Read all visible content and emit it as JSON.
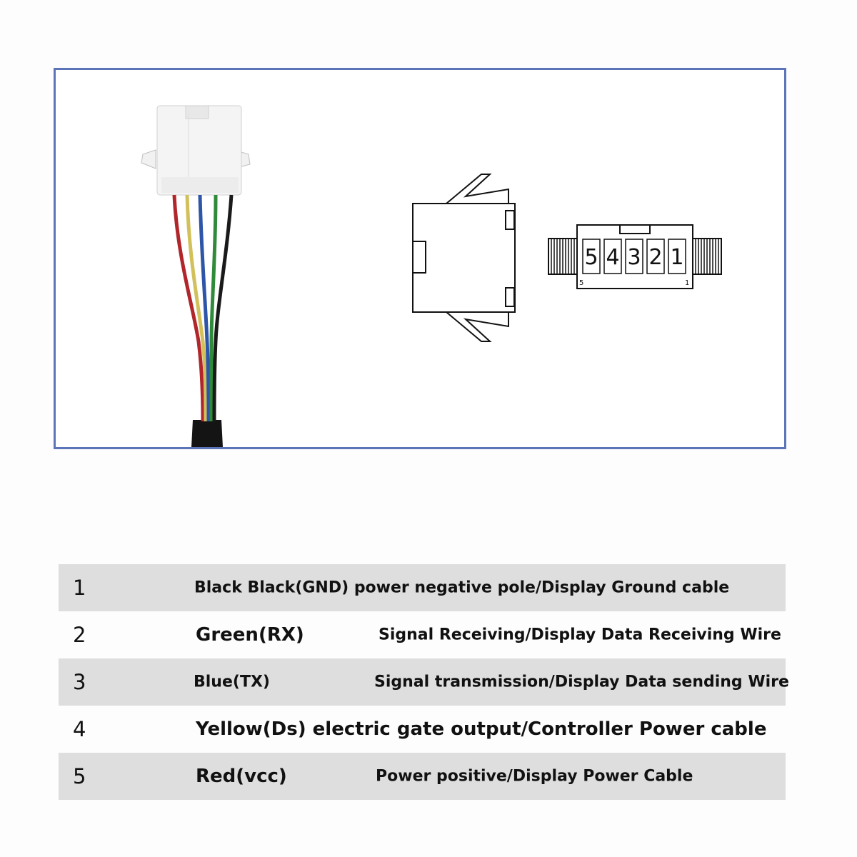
{
  "pin_table": {
    "rows": [
      {
        "pin": "1",
        "wire": "Black Black(GND) power negative pole/Display Ground cable",
        "function": ""
      },
      {
        "pin": "2",
        "wire": "Green(RX)",
        "function": "Signal Receiving/Display Data Receiving Wire"
      },
      {
        "pin": "3",
        "wire": "Blue(TX)",
        "function": "Signal transmission/Display Data sending Wire"
      },
      {
        "pin": "4",
        "wire": "Yellow(Ds) electric gate output/Controller Power cable",
        "function": ""
      },
      {
        "pin": "5",
        "wire": "Red(vcc)",
        "function": "Power positive/Display Power Cable"
      }
    ]
  },
  "connector_diagram": {
    "pin_labels": [
      "5",
      "4",
      "3",
      "2",
      "1"
    ],
    "corner_left": "5",
    "corner_right": "1"
  },
  "colors": {
    "frame_border": "#5b75b8",
    "row_shade": "#dedede",
    "wire_red": "#b0262a",
    "wire_yellow": "#d2c15a",
    "wire_blue": "#2d55a8",
    "wire_green": "#2f8a3a",
    "wire_black": "#1a1a1a"
  }
}
